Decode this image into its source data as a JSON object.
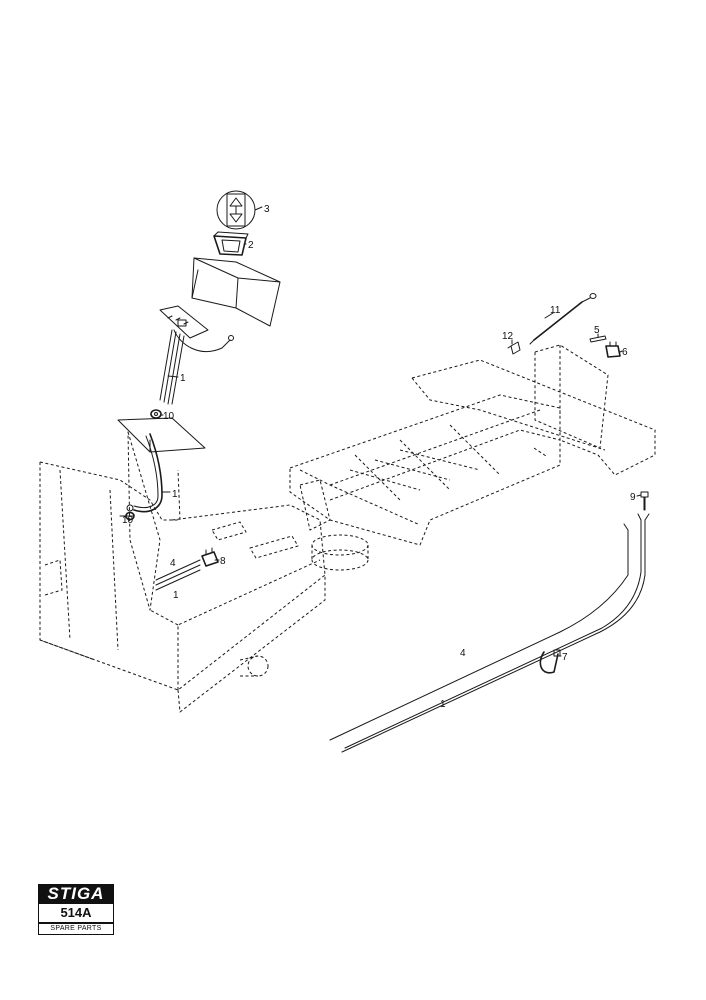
{
  "callouts": {
    "c1a": "1",
    "c1b": "1",
    "c1c": "1",
    "c1d": "1",
    "c2": "2",
    "c3": "3",
    "c4a": "4",
    "c4b": "4",
    "c5": "5",
    "c6": "6",
    "c7": "7",
    "c8": "8",
    "c9": "9",
    "c10a": "10",
    "c10b": "10",
    "c11": "11",
    "c12": "12"
  },
  "logo": {
    "brand": "STIGA",
    "model": "514A",
    "subtitle": "SPARE PARTS"
  }
}
